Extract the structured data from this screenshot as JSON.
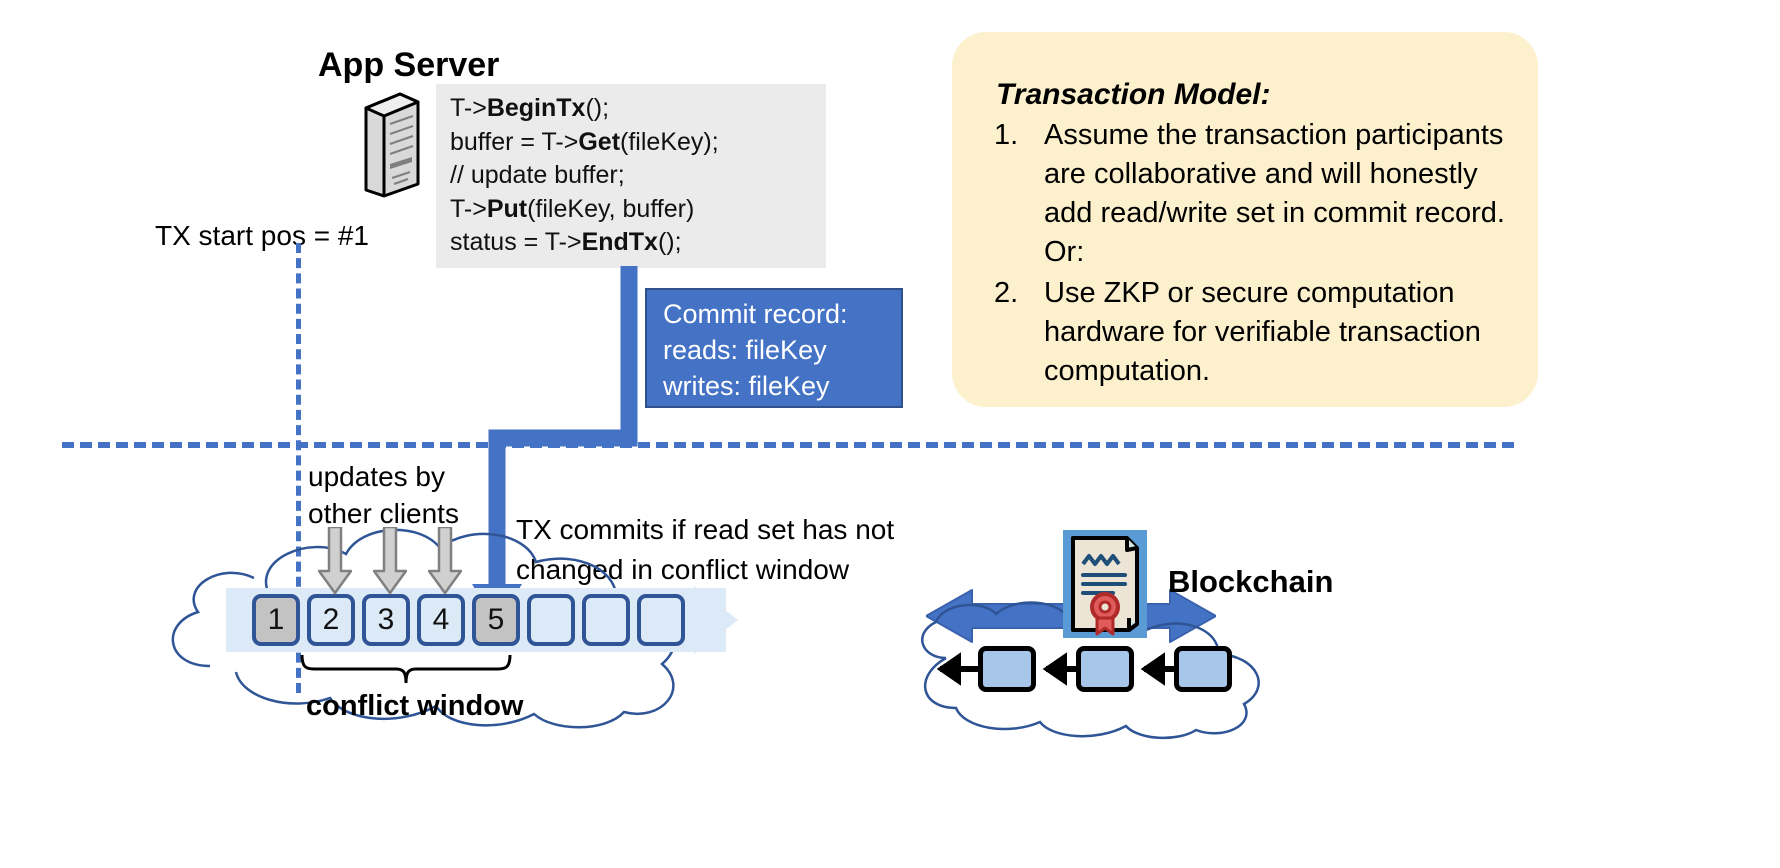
{
  "diagram": {
    "app_server": {
      "title": "App Server",
      "icon": "server-tower-icon",
      "code_lines": [
        {
          "plain1": "T->",
          "bold": "BeginTx",
          "plain2": "();"
        },
        {
          "plain1": "buffer = T->",
          "bold": "Get",
          "plain2": "(fileKey);"
        },
        {
          "plain1": "// update buffer;",
          "bold": "",
          "plain2": ""
        },
        {
          "plain1": "T->",
          "bold": "Put",
          "plain2": "(fileKey, buffer)"
        },
        {
          "plain1": "status = T->",
          "bold": "EndTx",
          "plain2": "();"
        }
      ]
    },
    "tx_start": {
      "label": "TX start pos = #1"
    },
    "commit_record": {
      "lines": [
        "Commit record:",
        "reads: fileKey",
        "writes: fileKey"
      ]
    },
    "transaction_model": {
      "title": "Transaction Model:",
      "items": [
        {
          "num": "1.",
          "text": "Assume the transaction participants are collaborative and will honestly add read/write set in commit record.  Or:"
        },
        {
          "num": "2.",
          "text": "Use ZKP or secure computation hardware for verifiable transaction computation."
        }
      ]
    },
    "ledger": {
      "updates_label_line1": "updates by",
      "updates_label_line2": "other clients",
      "commit_note_line1": "TX commits if read set has not",
      "commit_note_line2": "changed in conflict window",
      "cells": [
        {
          "label": "1",
          "state": "filled"
        },
        {
          "label": "2",
          "state": "empty"
        },
        {
          "label": "3",
          "state": "empty"
        },
        {
          "label": "4",
          "state": "empty"
        },
        {
          "label": "5",
          "state": "filled"
        },
        {
          "label": "",
          "state": "empty"
        },
        {
          "label": "",
          "state": "empty"
        },
        {
          "label": "",
          "state": "empty"
        }
      ],
      "conflict_window_label": "conflict window"
    },
    "blockchain": {
      "title": "Blockchain",
      "cert_icon": "certificate-icon",
      "block_count": 3
    },
    "colors": {
      "accent_blue": "#4472c4",
      "dark_blue": "#2f5597",
      "ledger_fill": "#dce9f7",
      "cell_filled": "#c3c3c3",
      "yellow_box": "#fcf0cd",
      "code_panel": "#ebebeb"
    }
  }
}
